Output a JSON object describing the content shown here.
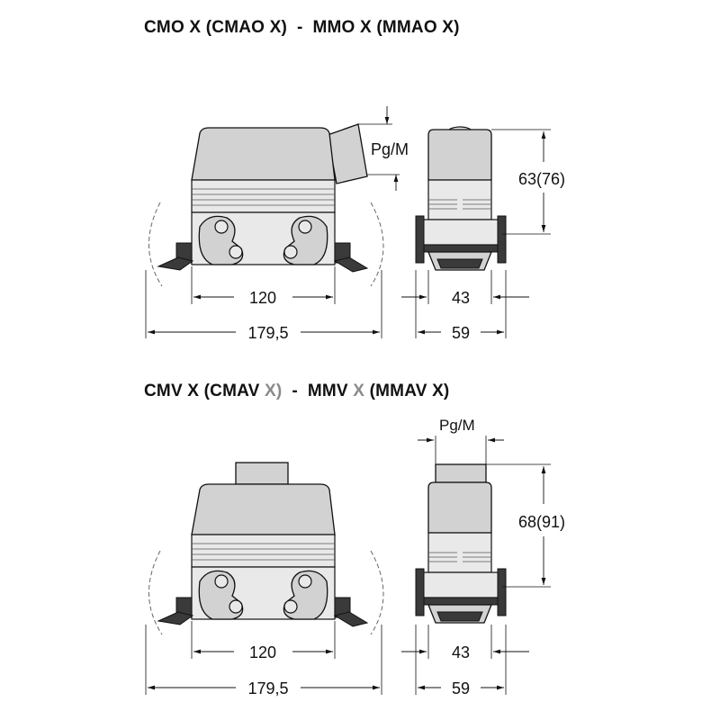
{
  "section_top": {
    "title_parts": [
      "CMO X (CMAO X)",
      "  -  ",
      "MMO X (MMAO X)"
    ],
    "front_view": {
      "inner_width": "120",
      "overall_width": "179,5",
      "entry_label": "Pg/M"
    },
    "side_view": {
      "height": "63(76)",
      "inner_depth": "43",
      "overall_depth": "59"
    }
  },
  "section_bottom": {
    "title_parts": [
      "CMV X (CMAV ",
      "X)",
      "  -  ",
      "MMV ",
      "X",
      " (MMAV X)"
    ],
    "front_view": {
      "inner_width": "120",
      "overall_width": "179,5"
    },
    "side_view": {
      "entry_label": "Pg/M",
      "height": "68(91)",
      "inner_depth": "43",
      "overall_depth": "59"
    }
  },
  "colors": {
    "body": "#d2d2d2",
    "line": "#111111",
    "dark": "#3a3a3a",
    "dim_title_text": "#8a8a8a"
  }
}
